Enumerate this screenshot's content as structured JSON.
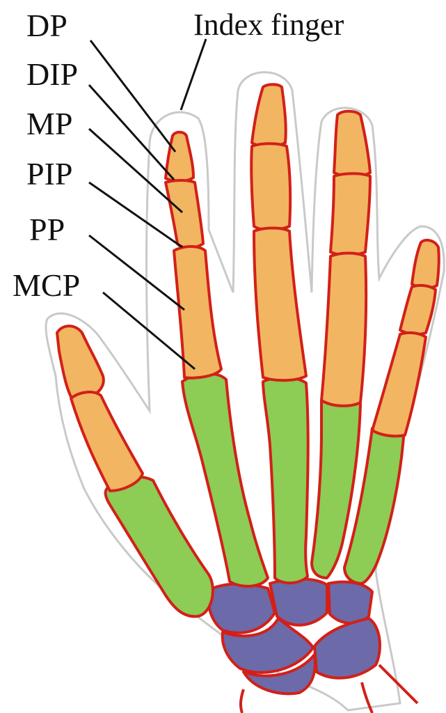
{
  "labels": {
    "dp": "DP",
    "dip": "DIP",
    "mp": "MP",
    "pip": "PIP",
    "pp": "PP",
    "mcp": "MCP",
    "index_finger": "Index finger"
  },
  "colors": {
    "phalanx": "#f2b562",
    "metacarpal": "#8dcc55",
    "carpal": "#6c6aa8",
    "bone_border": "#d22018",
    "skin_outline": "#c9c9c9",
    "background": "#ffffff"
  }
}
